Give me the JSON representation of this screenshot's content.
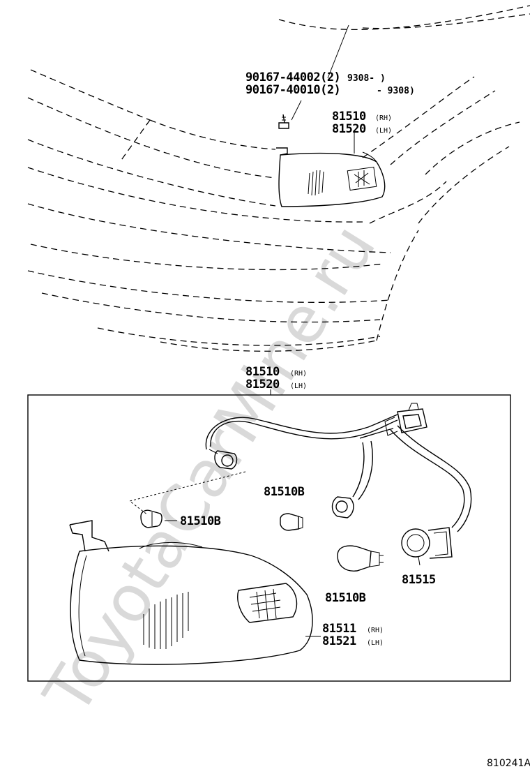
{
  "upper": {
    "bolt_part_1": "90167-44002(2)",
    "bolt_part_2": "90167-40010(2)",
    "bolt_date_1": "9308-      )",
    "bolt_date_2": "- 9308)",
    "lamp_rh": "81510",
    "lamp_lh": "81520",
    "rh_tag": "(RH)",
    "lh_tag": "(LH)"
  },
  "assembly": {
    "part_rh": "81510",
    "part_lh": "81520",
    "rh_tag": "(RH)",
    "lh_tag": "(LH)"
  },
  "parts": {
    "bulb_small_a": "81510B",
    "bulb_small_b": "81510B",
    "bulb_large": "81510B",
    "socket": "81515",
    "lens_rh": "81511",
    "lens_lh": "81521",
    "lens_rh_tag": "(RH)",
    "lens_lh_tag": "(LH)"
  },
  "watermark": "ToyotaCarMine.ru",
  "figure_ref": "810241A"
}
